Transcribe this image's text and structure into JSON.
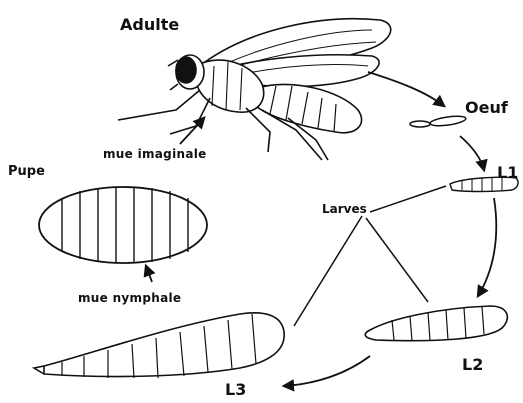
{
  "labels": {
    "adulte": "Adulte",
    "oeuf": "Oeuf",
    "l1": "L1",
    "l2": "L2",
    "l3": "L3",
    "pupe": "Pupe",
    "larves": "Larves",
    "mue_imaginale": "mue imaginale",
    "mue_nymphale": "mue nymphale"
  },
  "colors": {
    "ink": "#111111",
    "fill": "#ffffff",
    "shade": "#222222"
  }
}
